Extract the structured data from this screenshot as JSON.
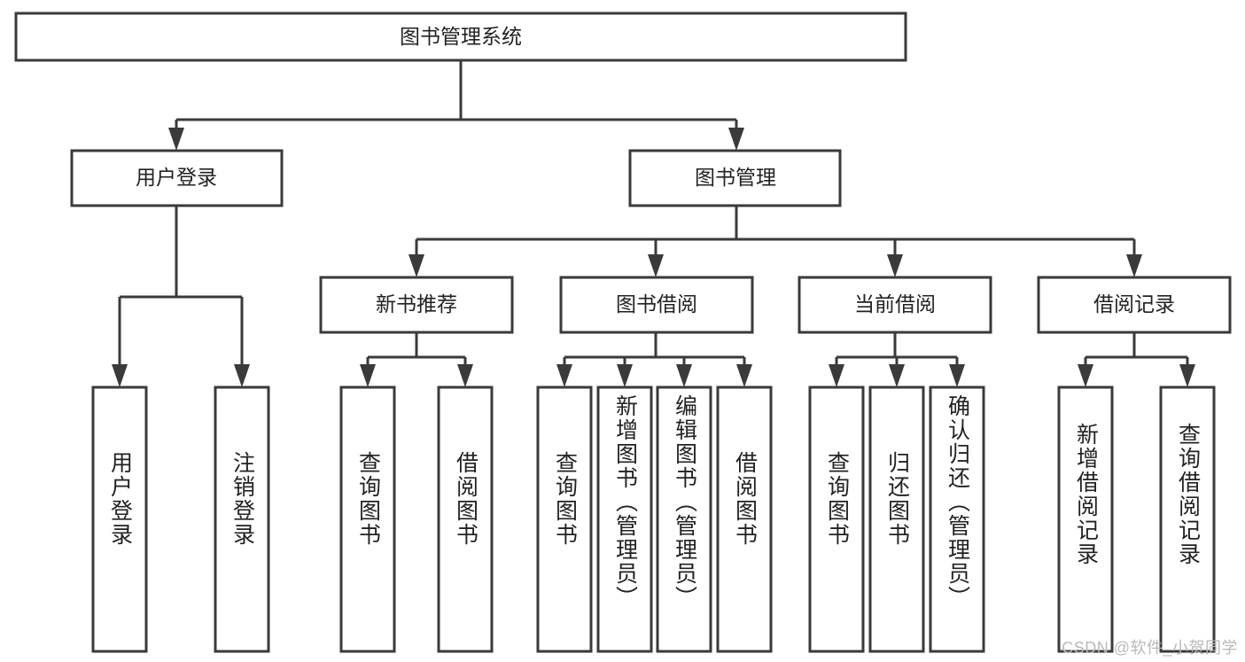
{
  "diagram": {
    "type": "tree-hierarchy-chart",
    "title": "图书管理系统",
    "watermark": "CSDN @软件_小贺同学",
    "colors": {
      "stroke": "#3a3a3a",
      "fill": "#ffffff",
      "text": "#222222",
      "watermark": "#b9b9b9",
      "background": "#ffffff"
    }
  },
  "root": {
    "label": "图书管理系统",
    "orientation": "horizontal"
  },
  "level2": [
    {
      "label": "用户登录",
      "orientation": "horizontal"
    },
    {
      "label": "图书管理",
      "orientation": "horizontal"
    }
  ],
  "level3": [
    {
      "label": "新书推荐",
      "orientation": "horizontal"
    },
    {
      "label": "图书借阅",
      "orientation": "horizontal"
    },
    {
      "label": "当前借阅",
      "orientation": "horizontal"
    },
    {
      "label": "借阅记录",
      "orientation": "horizontal"
    }
  ],
  "leaves": {
    "user_login": [
      {
        "label": "用户登录",
        "orientation": "vertical"
      },
      {
        "label": "注销登录",
        "orientation": "vertical"
      }
    ],
    "new_book_recommend": [
      {
        "label": "查询图书",
        "orientation": "vertical"
      },
      {
        "label": "借阅图书",
        "orientation": "vertical"
      }
    ],
    "book_borrow": [
      {
        "label": "查询图书",
        "orientation": "vertical"
      },
      {
        "label": "新增图书（管理员）",
        "orientation": "vertical"
      },
      {
        "label": "编辑图书（管理员）",
        "orientation": "vertical"
      },
      {
        "label": "借阅图书",
        "orientation": "vertical"
      }
    ],
    "current_borrow": [
      {
        "label": "查询图书",
        "orientation": "vertical"
      },
      {
        "label": "归还图书",
        "orientation": "vertical"
      },
      {
        "label": "确认归还（管理员）",
        "orientation": "vertical"
      }
    ],
    "borrow_record": [
      {
        "label": "新增借阅记录",
        "orientation": "vertical"
      },
      {
        "label": "查询借阅记录",
        "orientation": "vertical"
      }
    ]
  }
}
